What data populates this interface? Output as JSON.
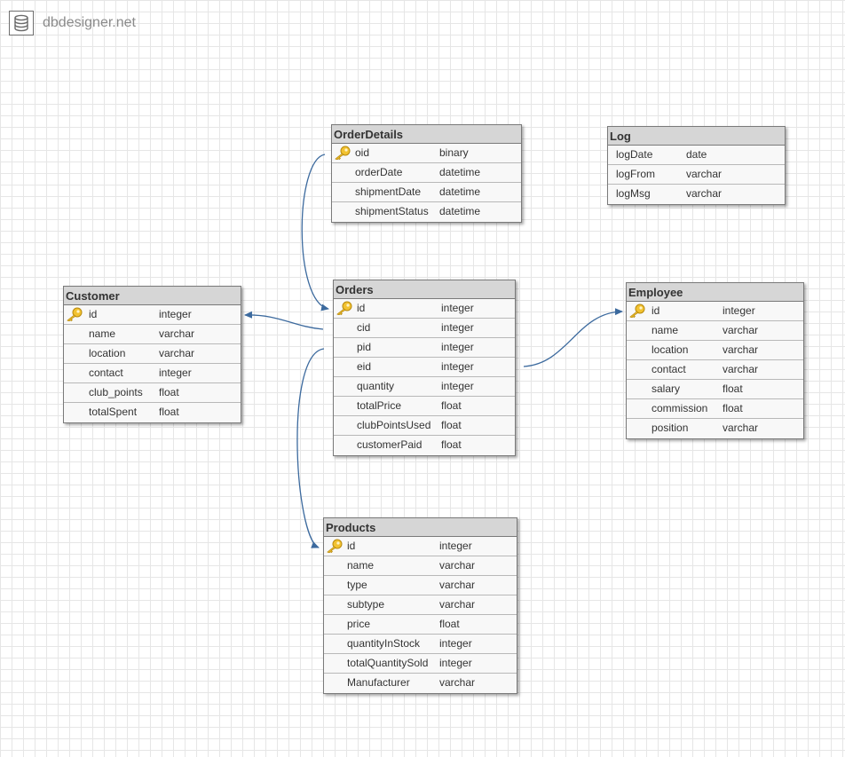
{
  "brand": {
    "text": "dbdesigner.net",
    "icon": "database-icon"
  },
  "accent_color": "#3c6a9e",
  "tables": {
    "orderdetails": {
      "title": "OrderDetails",
      "rows": [
        {
          "name": "oid",
          "type": "binary",
          "pk": true
        },
        {
          "name": "orderDate",
          "type": "datetime"
        },
        {
          "name": "shipmentDate",
          "type": "datetime"
        },
        {
          "name": "shipmentStatus",
          "type": "datetime"
        }
      ]
    },
    "log": {
      "title": "Log",
      "rows": [
        {
          "name": "logDate",
          "type": "date"
        },
        {
          "name": "logFrom",
          "type": "varchar"
        },
        {
          "name": "logMsg",
          "type": "varchar"
        }
      ]
    },
    "customer": {
      "title": "Customer",
      "rows": [
        {
          "name": "id",
          "type": "integer",
          "pk": true
        },
        {
          "name": "name",
          "type": "varchar"
        },
        {
          "name": "location",
          "type": "varchar"
        },
        {
          "name": "contact",
          "type": "integer"
        },
        {
          "name": "club_points",
          "type": "float"
        },
        {
          "name": "totalSpent",
          "type": "float"
        }
      ]
    },
    "orders": {
      "title": "Orders",
      "rows": [
        {
          "name": "id",
          "type": "integer",
          "pk": true
        },
        {
          "name": "cid",
          "type": "integer"
        },
        {
          "name": "pid",
          "type": "integer"
        },
        {
          "name": "eid",
          "type": "integer"
        },
        {
          "name": "quantity",
          "type": "integer"
        },
        {
          "name": "totalPrice",
          "type": "float"
        },
        {
          "name": "clubPointsUsed",
          "type": "float"
        },
        {
          "name": "customerPaid",
          "type": "float"
        }
      ]
    },
    "employee": {
      "title": "Employee",
      "rows": [
        {
          "name": "id",
          "type": "integer",
          "pk": true
        },
        {
          "name": "name",
          "type": "varchar"
        },
        {
          "name": "location",
          "type": "varchar"
        },
        {
          "name": "contact",
          "type": "varchar"
        },
        {
          "name": "salary",
          "type": "float"
        },
        {
          "name": "commission",
          "type": "float"
        },
        {
          "name": "position",
          "type": "varchar"
        }
      ]
    },
    "products": {
      "title": "Products",
      "rows": [
        {
          "name": "id",
          "type": "integer",
          "pk": true
        },
        {
          "name": "name",
          "type": "varchar"
        },
        {
          "name": "type",
          "type": "varchar"
        },
        {
          "name": "subtype",
          "type": "varchar"
        },
        {
          "name": "price",
          "type": "float"
        },
        {
          "name": "quantityInStock",
          "type": "integer"
        },
        {
          "name": "totalQuantitySold",
          "type": "integer"
        },
        {
          "name": "Manufacturer",
          "type": "varchar"
        }
      ]
    }
  },
  "relationships": [
    {
      "from": "OrderDetails.oid",
      "to": "Orders.id"
    },
    {
      "from": "Orders.cid",
      "to": "Customer.id"
    },
    {
      "from": "Orders.eid",
      "to": "Employee.id"
    },
    {
      "from": "Orders.pid",
      "to": "Products.id"
    }
  ]
}
